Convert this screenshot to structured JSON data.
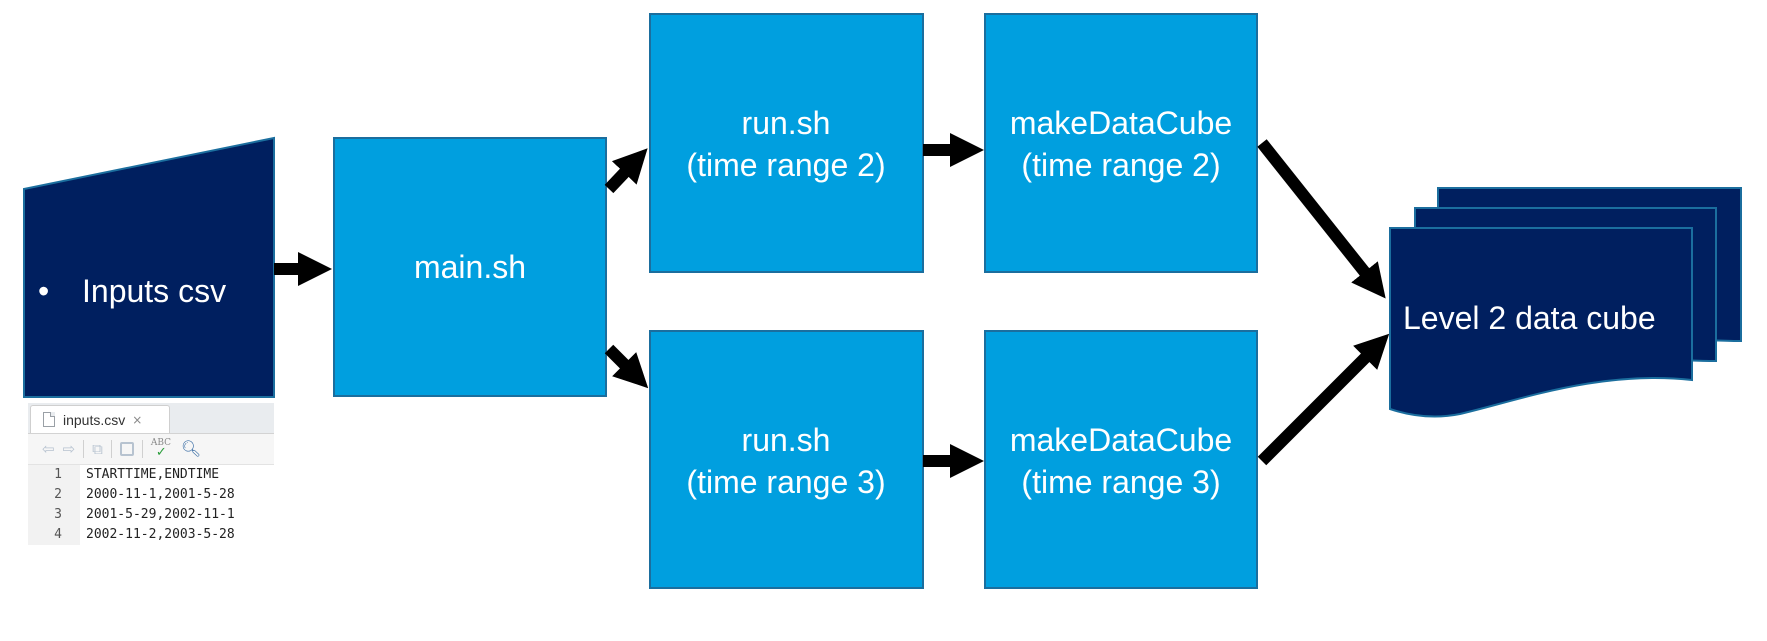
{
  "nodes": {
    "inputs": {
      "bullet": "•",
      "label": "Inputs csv"
    },
    "main": {
      "label": "main.sh"
    },
    "run2": {
      "line1": "run.sh",
      "line2": "(time range 2)"
    },
    "make2": {
      "line1": "makeDataCube",
      "line2": "(time range 2)"
    },
    "run3": {
      "line1": "run.sh",
      "line2": "(time range 3)"
    },
    "make3": {
      "line1": "makeDataCube",
      "line2": "(time range 3)"
    },
    "cube": {
      "label": "Level 2 data cube"
    }
  },
  "editor": {
    "tab_label": "inputs.csv",
    "close_glyph": "×",
    "line_numbers": [
      "1",
      "2",
      "3",
      "4"
    ],
    "lines": [
      "STARTTIME,ENDTIME",
      "2000-11-1,2001-5-28",
      "2001-5-29,2002-11-1",
      "2002-11-2,2003-5-28"
    ]
  },
  "colors": {
    "process_box": "#009fdf",
    "process_border": "#1b6e9e",
    "dark_shape": "#001f5f",
    "arrow": "#000000"
  }
}
